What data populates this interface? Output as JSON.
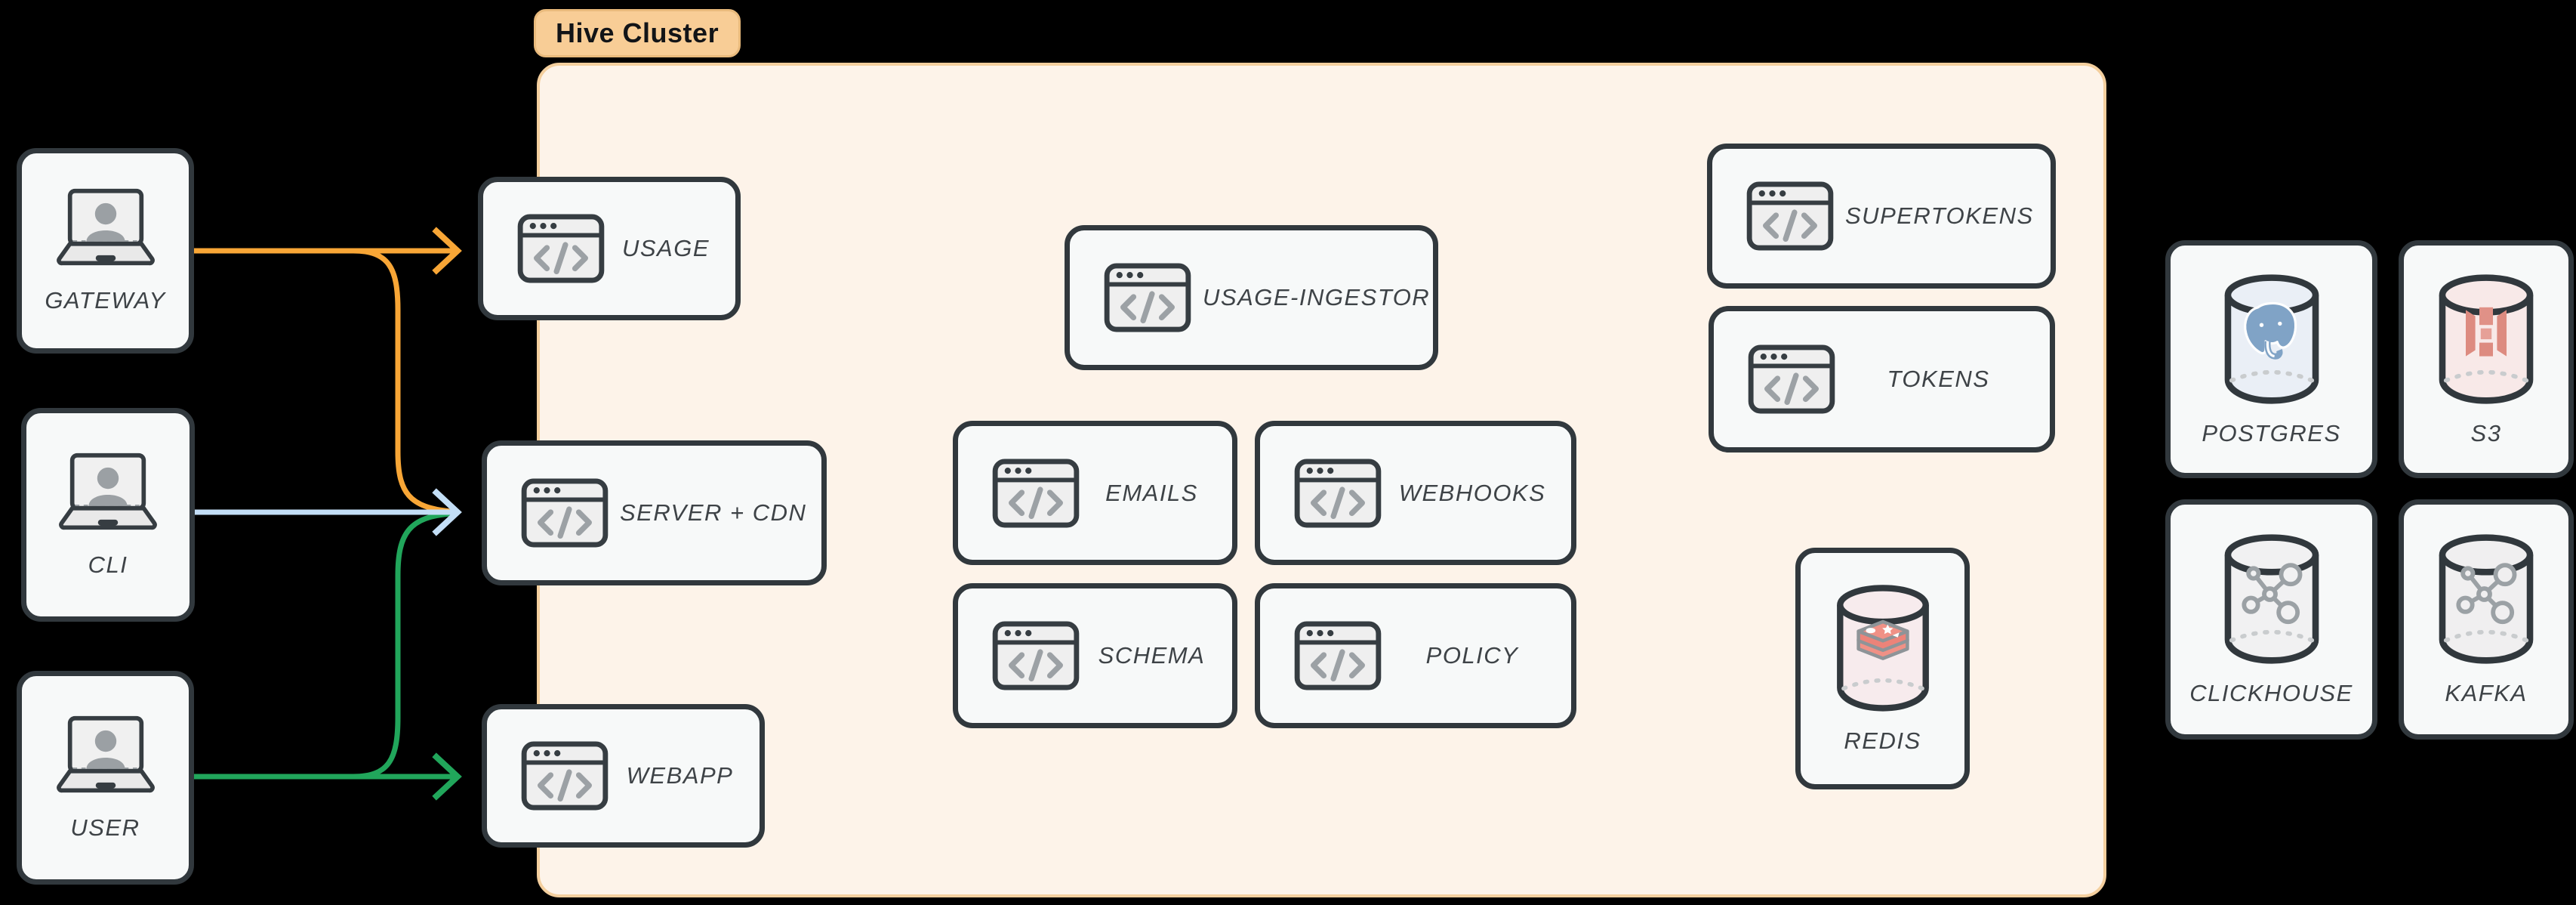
{
  "cluster": {
    "label": "Hive Cluster",
    "services": {
      "usage": {
        "label": "USAGE"
      },
      "server_cdn": {
        "label": "SERVER + CDN"
      },
      "webapp": {
        "label": "WEBAPP"
      },
      "usage_ingestor": {
        "label": "USAGE-INGESTOR"
      },
      "emails": {
        "label": "EMAILS"
      },
      "webhooks": {
        "label": "WEBHOOKS"
      },
      "schema": {
        "label": "SCHEMA"
      },
      "policy": {
        "label": "POLICY"
      },
      "supertokens": {
        "label": "SUPERTOKENS"
      },
      "tokens": {
        "label": "TOKENS"
      },
      "redis": {
        "label": "REDIS"
      }
    }
  },
  "clients": {
    "gateway": {
      "label": "GATEWAY"
    },
    "cli": {
      "label": "CLI"
    },
    "user": {
      "label": "USER"
    }
  },
  "datastores": {
    "postgres": {
      "label": "POSTGRES"
    },
    "s3": {
      "label": "S3"
    },
    "clickhouse": {
      "label": "CLICKHOUSE"
    },
    "kafka": {
      "label": "KAFKA"
    }
  },
  "edges": [
    {
      "from": "GATEWAY",
      "to": "USAGE",
      "color_key": "orange"
    },
    {
      "from": "GATEWAY",
      "to": "SERVER + CDN",
      "color_key": "orange"
    },
    {
      "from": "CLI",
      "to": "SERVER + CDN",
      "color_key": "blue"
    },
    {
      "from": "USER",
      "to": "SERVER + CDN",
      "color_key": "green"
    },
    {
      "from": "USER",
      "to": "WEBAPP",
      "color_key": "green"
    }
  ],
  "colors": {
    "orange": "#F8A636",
    "blue": "#C3DEF6",
    "green": "#21A65B",
    "node_border": "#31383D",
    "node_fill": "#F7F9F9",
    "cluster_fill": "#FDF3E9",
    "cluster_border": "#F4CF9E",
    "cluster_label_fill": "#F8CD96",
    "label_text": "#3E4347"
  }
}
